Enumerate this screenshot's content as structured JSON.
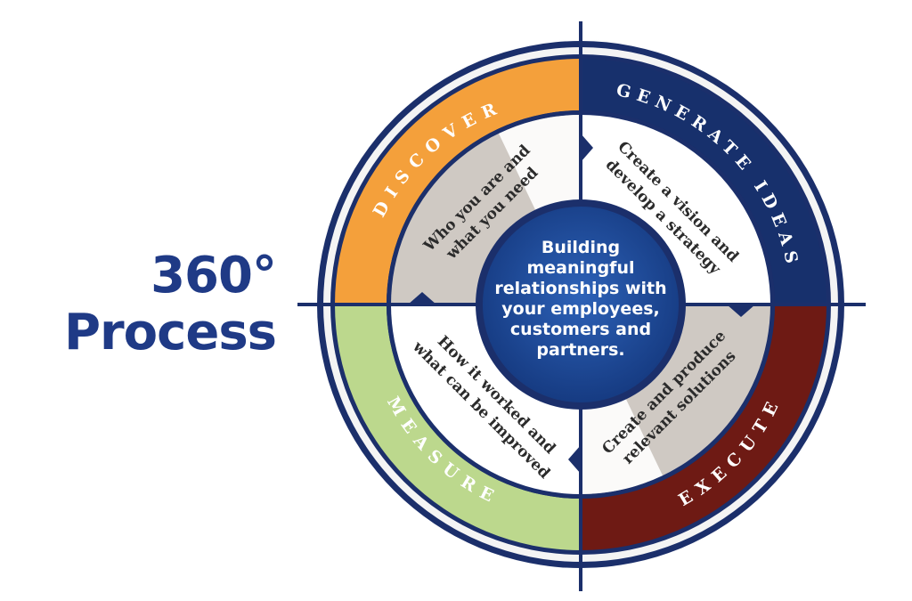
{
  "title": {
    "line1": "360°",
    "line2": "Process"
  },
  "colors": {
    "brand_blue": "#1f3a86",
    "navy": "#1b2f6b",
    "discover_orange": "#f4a03b",
    "generate_navy": "#17306c",
    "execute_maroon": "#6e1a14",
    "measure_green": "#bcd88d",
    "inner_white": "#ffffff",
    "inner_taupe": "#cfc9c3",
    "hub_blue": "#1c4a9c"
  },
  "stages": {
    "discover": {
      "label": "DISCOVER",
      "line1": "Who you are and",
      "line2": "what you need"
    },
    "generate": {
      "label": "GENERATE IDEAS",
      "line1": "Create a vision and",
      "line2": "develop a strategy"
    },
    "execute": {
      "label": "EXECUTE",
      "line1": "Create and produce",
      "line2": "relevant solutions"
    },
    "measure": {
      "label": "MEASURE",
      "line1": "How it worked and",
      "line2": "what can be improved"
    }
  },
  "hub": {
    "lines": [
      "Building",
      "meaningful",
      "relationships with",
      "your employees,",
      "customers and",
      "partners."
    ]
  }
}
